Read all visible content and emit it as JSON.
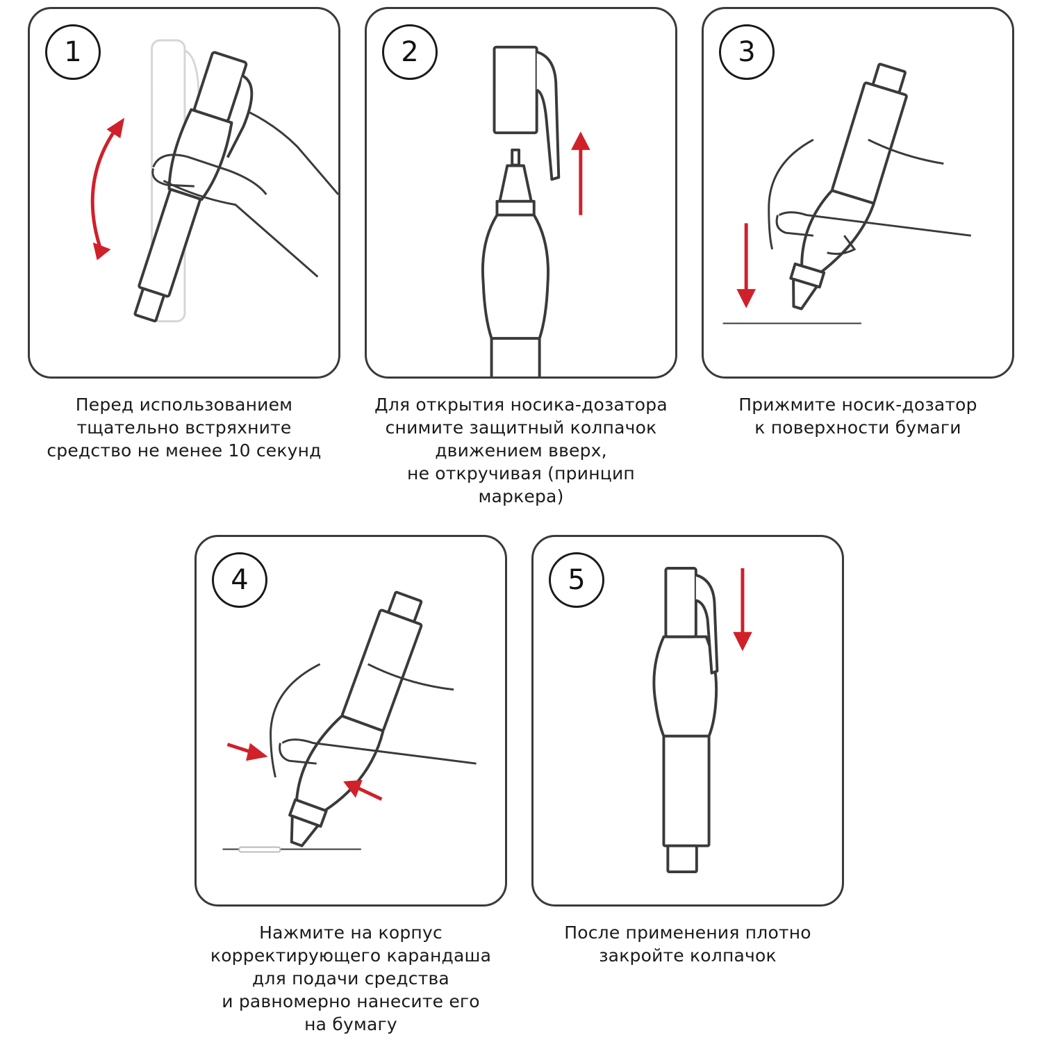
{
  "steps": [
    {
      "number": "1",
      "caption": [
        "Перед использованием",
        "тщательно встряхните",
        "средство не менее 10 секунд"
      ]
    },
    {
      "number": "2",
      "caption": [
        "Для открытия носика-дозатора",
        "снимите защитный колпачок",
        "движением вверх,",
        "не откручивая (принцип",
        "маркера)"
      ]
    },
    {
      "number": "3",
      "caption": [
        "Прижмите носик-дозатор",
        "к поверхности бумаги"
      ]
    },
    {
      "number": "4",
      "caption": [
        "Нажмите на корпус",
        "корректирующего карандаша",
        "для подачи средства",
        "и равномерно нанесите его",
        "на бумагу"
      ]
    },
    {
      "number": "5",
      "caption": [
        "После применения плотно",
        "закройте колпачок"
      ]
    }
  ],
  "colors": {
    "line": "#3a3a3a",
    "arrow": "#d0202a",
    "ghost": "#d6d6d6"
  }
}
